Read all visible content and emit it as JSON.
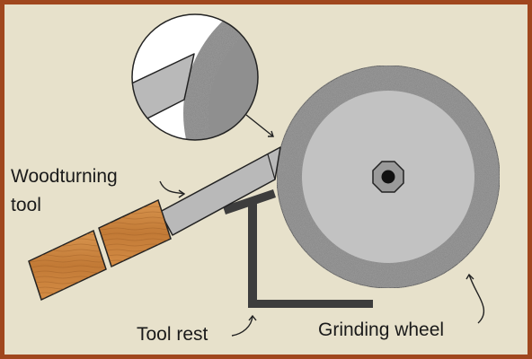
{
  "labels": {
    "tool_line1": "Woodturning",
    "tool_line2": "tool",
    "tool_rest": "Tool rest",
    "grinding_wheel": "Grinding wheel"
  },
  "colors": {
    "frame": "#a0471e",
    "background": "#e7e1cb",
    "wheel_stone": "#8b8b8b",
    "wheel_face": "#c2c2c2",
    "steel": "#b9b9b9",
    "handle_wood": "#c98540",
    "tool_rest": "#3d3d3d",
    "outline": "#222222"
  }
}
